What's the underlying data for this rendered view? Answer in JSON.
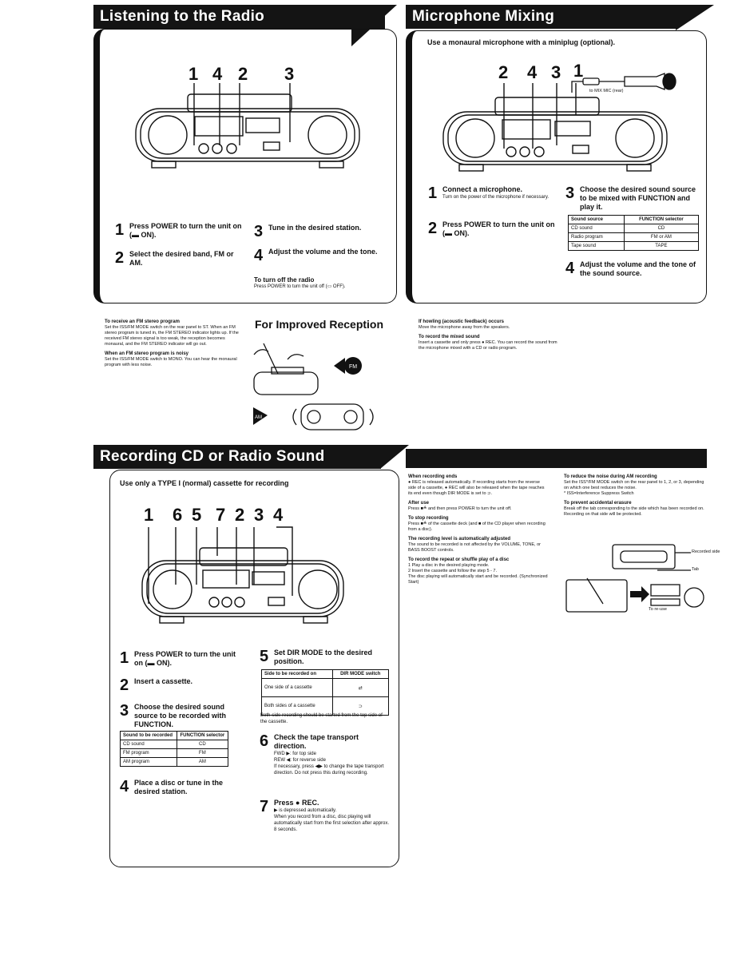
{
  "radio": {
    "title": "Listening to the Radio",
    "callouts": [
      "1",
      "4",
      "2",
      "3"
    ],
    "steps": [
      {
        "n": "1",
        "bold": "Press POWER to turn the unit on (▬ ON)."
      },
      {
        "n": "2",
        "bold": "Select the desired band, FM or AM."
      },
      {
        "n": "3",
        "bold": "Tune in the desired station."
      },
      {
        "n": "4",
        "bold": "Adjust the volume and the tone."
      }
    ],
    "turn_off_title": "To turn off the radio",
    "turn_off_text": "Press POWER to turn the unit off (▭ OFF).",
    "notes": [
      {
        "h": "To receive an FM stereo program",
        "t": "Set the ISS/FM MODE switch on the rear panel to ST. When an FM stereo program is tuned in, the FM STEREO indicator lights up. If the received FM stereo signal is too weak, the reception becomes monaural, and the FM STEREO indicator will go out."
      },
      {
        "h": "When an FM stereo program is noisy",
        "t": "Set the ISS/FM MODE switch to MONO. You can hear the monaural program with less noise."
      }
    ]
  },
  "reception": {
    "title": "For Improved Reception",
    "fm_label": "FM",
    "am_label": "AM"
  },
  "mic": {
    "title": "Microphone Mixing",
    "subtitle": "Use a monaural microphone with a miniplug (optional).",
    "callouts": [
      "2",
      "4",
      "3",
      "1"
    ],
    "mic_jack_label": "to MIX MIC (rear)",
    "steps": [
      {
        "n": "1",
        "bold": "Connect a microphone.",
        "desc": "Turn on the power of the microphone if necessary."
      },
      {
        "n": "2",
        "bold": "Press POWER to turn the unit on (▬ ON)."
      },
      {
        "n": "3",
        "bold": "Choose the desired sound source to be mixed with FUNCTION and play it."
      },
      {
        "n": "4",
        "bold": "Adjust the volume and the tone of the sound source."
      }
    ],
    "table": {
      "headers": [
        "Sound source",
        "FUNCTION selector"
      ],
      "rows": [
        [
          "CD sound",
          "CD"
        ],
        [
          "Radio program",
          "FM or AM"
        ],
        [
          "Tape sound",
          "TAPE"
        ]
      ]
    },
    "notes": [
      {
        "h": "If howling (acoustic feedback) occurs",
        "t": "Move the microphone away from the speakers."
      },
      {
        "h": "To record the mixed sound",
        "t": "Insert a cassette and only press ● REC. You can record the sound from the microphone mixed with a CD or radio program."
      }
    ]
  },
  "record": {
    "title": "Recording CD or Radio Sound",
    "subtitle": "Use only a TYPE I (normal) cassette for recording",
    "callouts": [
      "1",
      "6",
      "5",
      "7",
      "2",
      "3",
      "4"
    ],
    "steps": [
      {
        "n": "1",
        "bold": "Press POWER to turn the unit on (▬ ON)."
      },
      {
        "n": "2",
        "bold": "Insert a cassette."
      },
      {
        "n": "3",
        "bold": "Choose the desired sound source to be recorded with FUNCTION."
      },
      {
        "n": "4",
        "bold": "Place a disc or tune in the desired station."
      },
      {
        "n": "5",
        "bold": "Set DIR MODE to the desired position."
      },
      {
        "n": "6",
        "bold": "Check the tape transport direction.",
        "desc": "FWD ▶: for top side\nREW ◀: for reverse side\nIf necessary, press ◀▶ to change the tape transport direction. Do not press this during recording."
      },
      {
        "n": "7",
        "bold": "Press ● REC.",
        "desc": "▶ is depressed automatically.\nWhen you record from a disc, disc playing will automatically start from the first selection after approx. 8 seconds."
      }
    ],
    "source_table": {
      "headers": [
        "Sound to be recorded",
        "FUNCTION selector"
      ],
      "rows": [
        [
          "CD sound",
          "CD"
        ],
        [
          "FM program",
          "FM"
        ],
        [
          "AM program",
          "AM"
        ]
      ]
    },
    "dir_table": {
      "headers": [
        "Side to be recorded on",
        "DIR MODE switch"
      ],
      "rows": [
        [
          "One side of a cassette",
          "⇄"
        ],
        [
          "Both sides of a cassette",
          "⊃"
        ]
      ]
    },
    "dir_note": "Both-side recording should be started from the top side of the cassette.",
    "notes_mid": [
      {
        "h": "When recording ends",
        "t": "● REC is released automatically. If recording starts from the reverse side of a cassette, ● REC will also be released when the tape reaches its end even though DIR MODE is set to ⊃."
      },
      {
        "h": "After use",
        "t": "Press ■≜ and then press POWER to turn the unit off."
      },
      {
        "h": "To stop recording",
        "t": "Press ■≜ of the cassette deck (and ■ of the CD player when recording from a disc)."
      },
      {
        "h": "The recording level is automatically adjusted",
        "t": "The sound to be recorded is not affected by the VOLUME, TONE, or BASS BOOST controls."
      },
      {
        "h": "To record the repeat or shuffle play of a disc",
        "t": "1  Play a disc in the desired playing mode.\n2  Insert the cassette and follow the step 5 - 7.\nThe disc playing will automatically start and be recorded. (Synchronized Start)"
      }
    ],
    "notes_right": [
      {
        "h": "To reduce the noise during AM recording",
        "t": "Set the ISS*/FM MODE switch on the rear panel to 1, 2, or 3, depending on which one best reduces the noise.\n* ISS=Interference Suppress Switch"
      },
      {
        "h": "To prevent accidental erasure",
        "t": "Break off the tab corresponding to the side which has been recorded on. Recording on that side will be protected."
      }
    ],
    "tab_labels": {
      "recorded_side": "Recorded side",
      "tab": "Tab",
      "reuse": "To re-use"
    }
  }
}
